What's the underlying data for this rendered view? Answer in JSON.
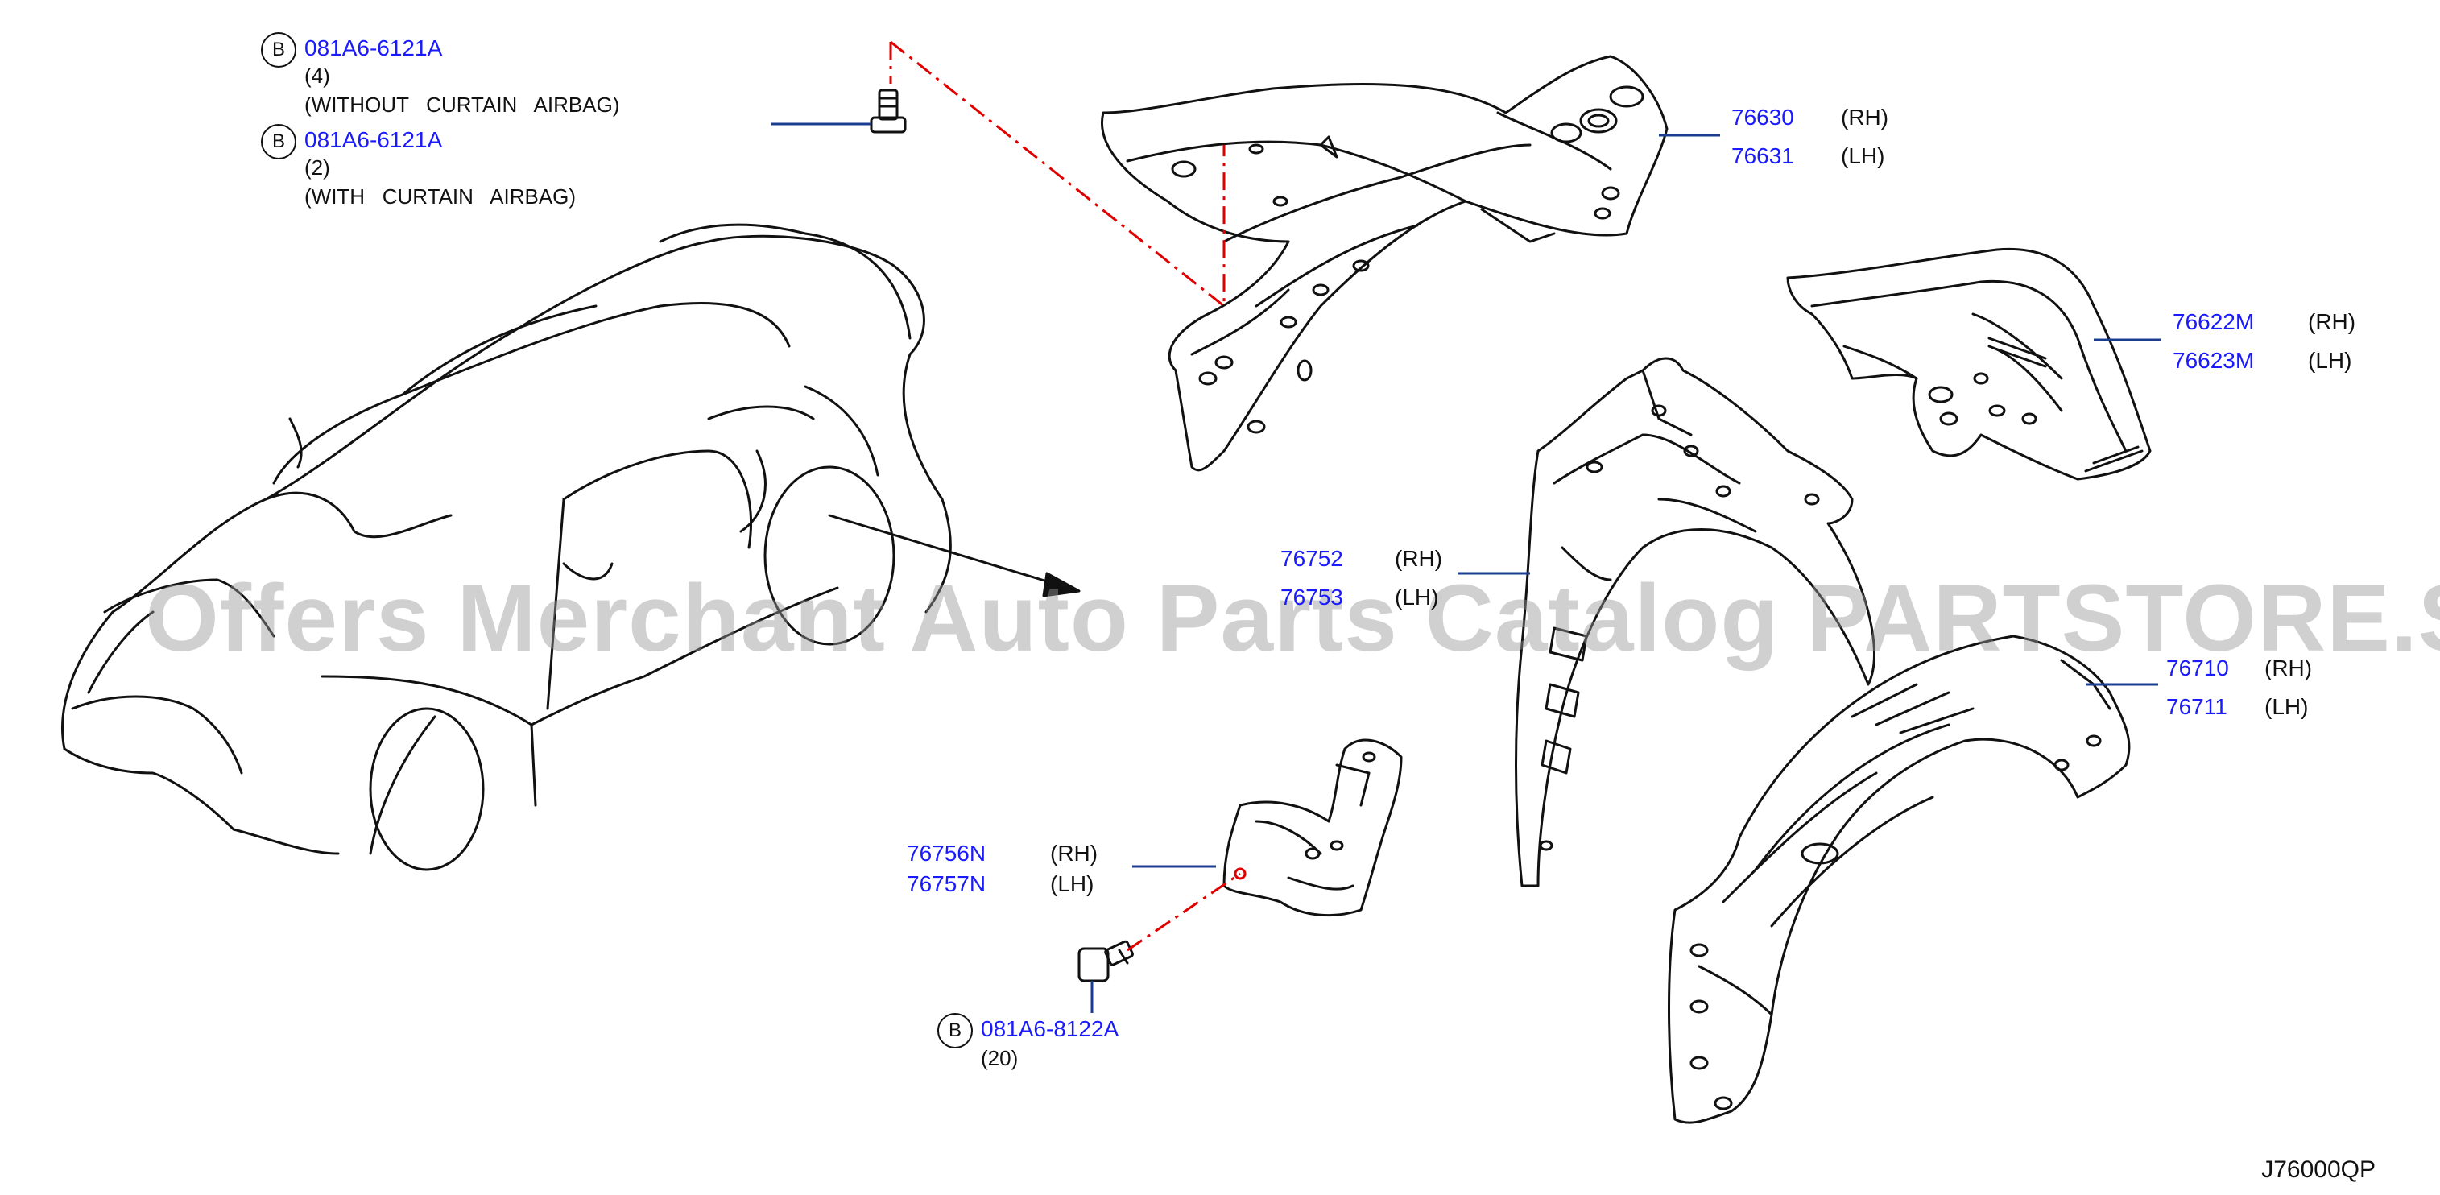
{
  "watermark": "Offers Merchant Auto Parts Catalog PARTSTORE.SA",
  "diagram_code": "J76000QP",
  "colors": {
    "part_number": "#1a1aff",
    "leader": "#1a3d8f",
    "dashed": "#e00000",
    "outline": "#111111"
  },
  "fasteners": {
    "top_without": {
      "badge": "B",
      "part": "081A6-6121A",
      "qty": "(4)",
      "note": "(WITHOUT   CURTAIN   AIRBAG)"
    },
    "top_with": {
      "badge": "B",
      "part": "081A6-6121A",
      "qty": "(2)",
      "note": "(WITH   CURTAIN   AIRBAG)"
    },
    "bottom": {
      "badge": "B",
      "part": "081A6-8122A",
      "qty": "(20)"
    }
  },
  "parts": {
    "p76630": {
      "part": "76630",
      "side": "(RH)"
    },
    "p76631": {
      "part": "76631",
      "side": "(LH)"
    },
    "p76622M": {
      "part": "76622M",
      "side": "(RH)"
    },
    "p76623M": {
      "part": "76623M",
      "side": "(LH)"
    },
    "p76752": {
      "part": "76752",
      "side": "(RH)"
    },
    "p76753": {
      "part": "76753",
      "side": "(LH)"
    },
    "p76710": {
      "part": "76710",
      "side": "(RH)"
    },
    "p76711": {
      "part": "76711",
      "side": "(LH)"
    },
    "p76756N": {
      "part": "76756N",
      "side": "(RH)"
    },
    "p76757N": {
      "part": "76757N",
      "side": "(LH)"
    }
  }
}
